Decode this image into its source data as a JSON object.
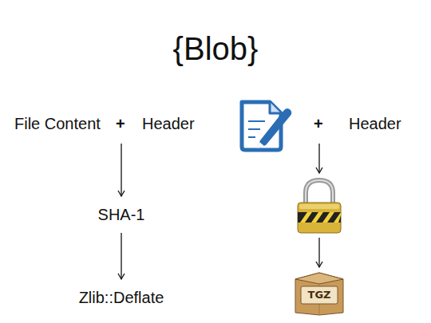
{
  "diagram": {
    "title": "{Blob}",
    "nodes": [
      {
        "text": [
          "File Content",
          "+",
          "Header"
        ]
      },
      {
        "text": [
          "SHA-1"
        ]
      },
      {
        "text": [
          "Zlib::Deflate"
        ]
      },
      {
        "text": [
          "+",
          "Header"
        ]
      },
      {
        "text": [
          "TGZ"
        ]
      }
    ],
    "edges": [
      {
        "from": 0,
        "to": 1,
        "arrow": "to"
      },
      {
        "from": 1,
        "to": 2,
        "arrow": "to"
      }
    ]
  }
}
